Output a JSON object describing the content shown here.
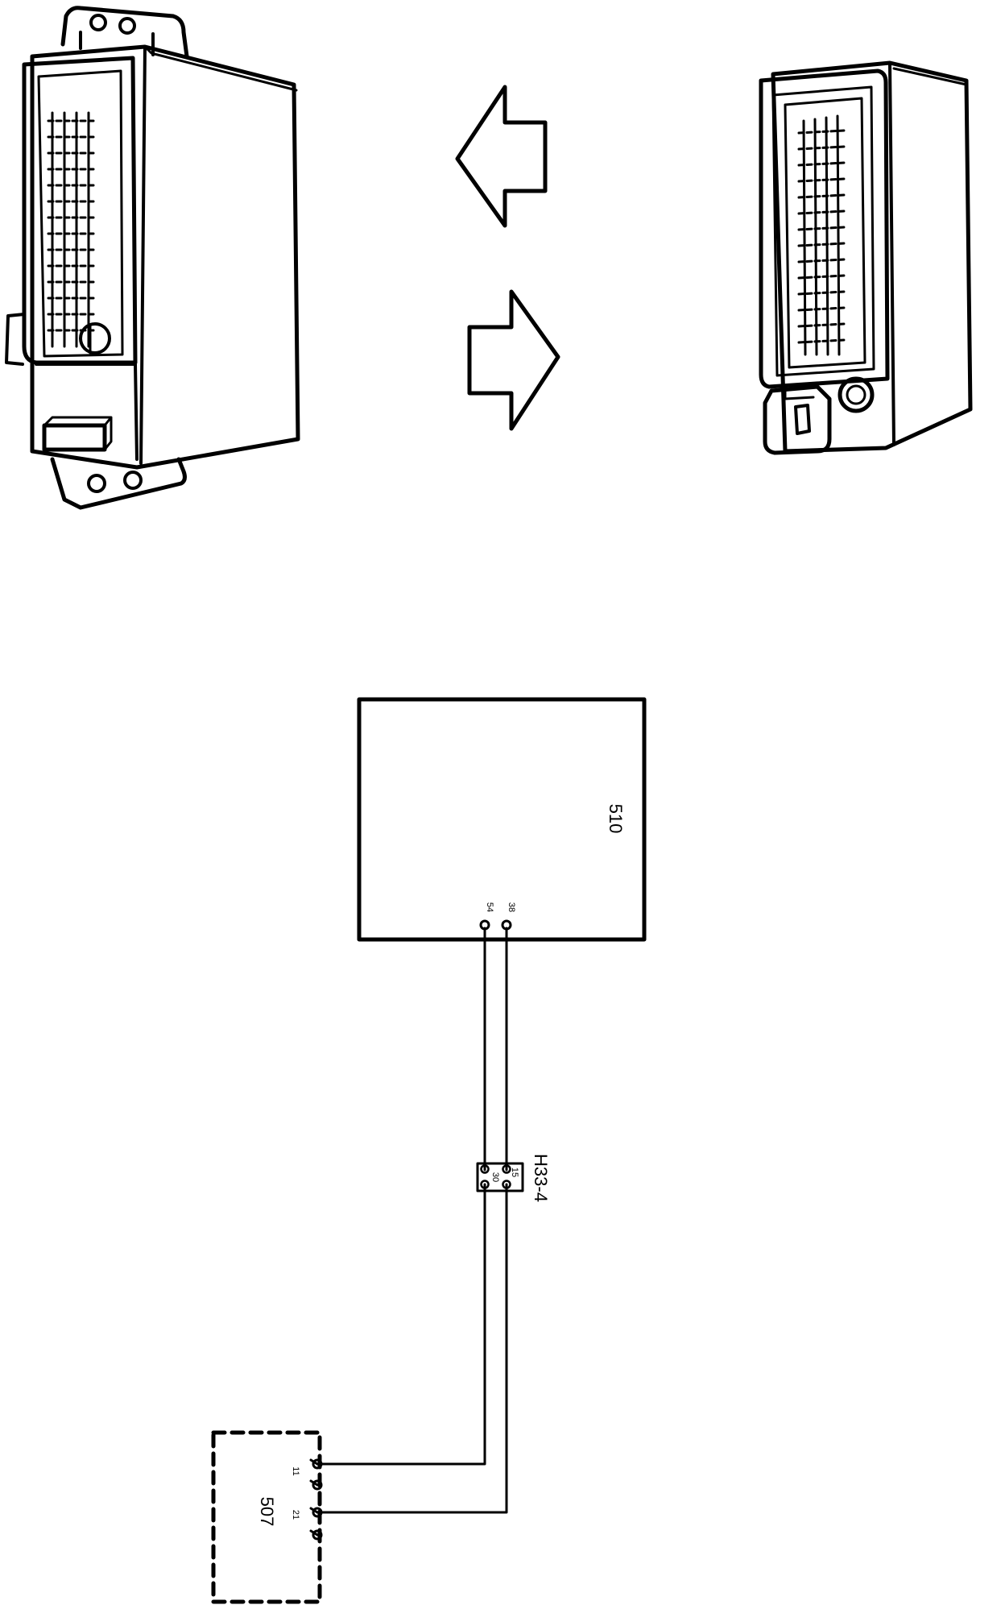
{
  "diagram": {
    "components": {
      "ecu": {
        "label": "510",
        "pins": {
          "p54": "54",
          "p38": "38"
        }
      },
      "connector": {
        "label": "H33-4",
        "pins": {
          "p15": "15",
          "p30": "30"
        }
      },
      "module": {
        "label": "507",
        "pins": {
          "p11": "11",
          "p21": "21"
        }
      }
    },
    "colors": {
      "ink": "#000000",
      "background": "#ffffff"
    }
  }
}
